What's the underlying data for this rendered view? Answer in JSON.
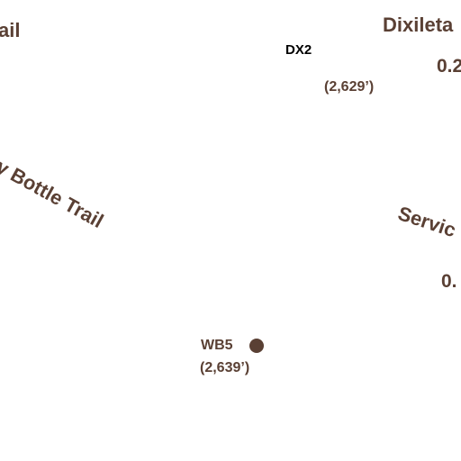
{
  "colors": {
    "label": "#5a4034",
    "waypoint": "#5a4034",
    "background": "#ffffff",
    "waypoint_code_dark": "#000000"
  },
  "trails": [
    {
      "id": "left-trail",
      "name": "ail"
    },
    {
      "id": "dixieland",
      "name": "Dixileta",
      "distance": "0.2"
    },
    {
      "id": "bottle",
      "name": "ey Bottle Trail"
    },
    {
      "id": "service",
      "name": "Servic",
      "distance": "0."
    }
  ],
  "waypoints": [
    {
      "code": "DX2",
      "elevation": "(2,629’)"
    },
    {
      "code": "WB5",
      "elevation": "(2,639’)",
      "icon": "waypoint-dot-icon"
    }
  ]
}
